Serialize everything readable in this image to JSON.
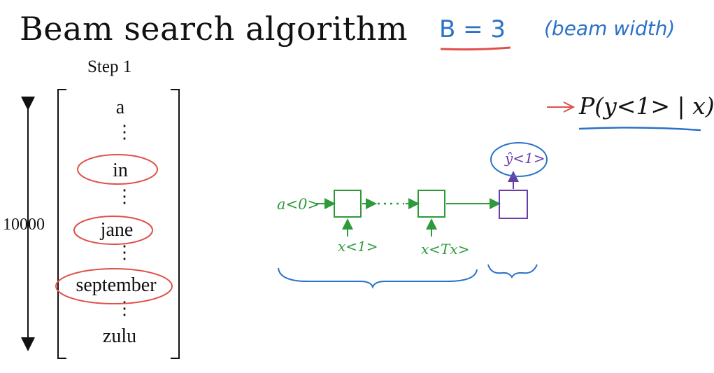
{
  "title": "Beam search algorithm",
  "step_label": "Step 1",
  "vocab_size": "10000",
  "vocab_words": [
    "a",
    "in",
    "jane",
    "september",
    "zulu"
  ],
  "circled_words": [
    "in",
    "jane",
    "september"
  ],
  "dots": "⋮",
  "beam_width": "B = 3",
  "beam_width_note": "(beam width)",
  "probability": "P(y<1> | x)",
  "rnn": {
    "a0": "a<0>",
    "x1": "x<1>",
    "xTx": "x<Tx>",
    "y1_hat": "ŷ<1>"
  },
  "colors": {
    "ink": "#111111",
    "annotation_blue": "#2a72c8",
    "annotation_red": "#e0504a",
    "rnn_green": "#2e9a3a",
    "output_purple": "#6a3ea8"
  }
}
